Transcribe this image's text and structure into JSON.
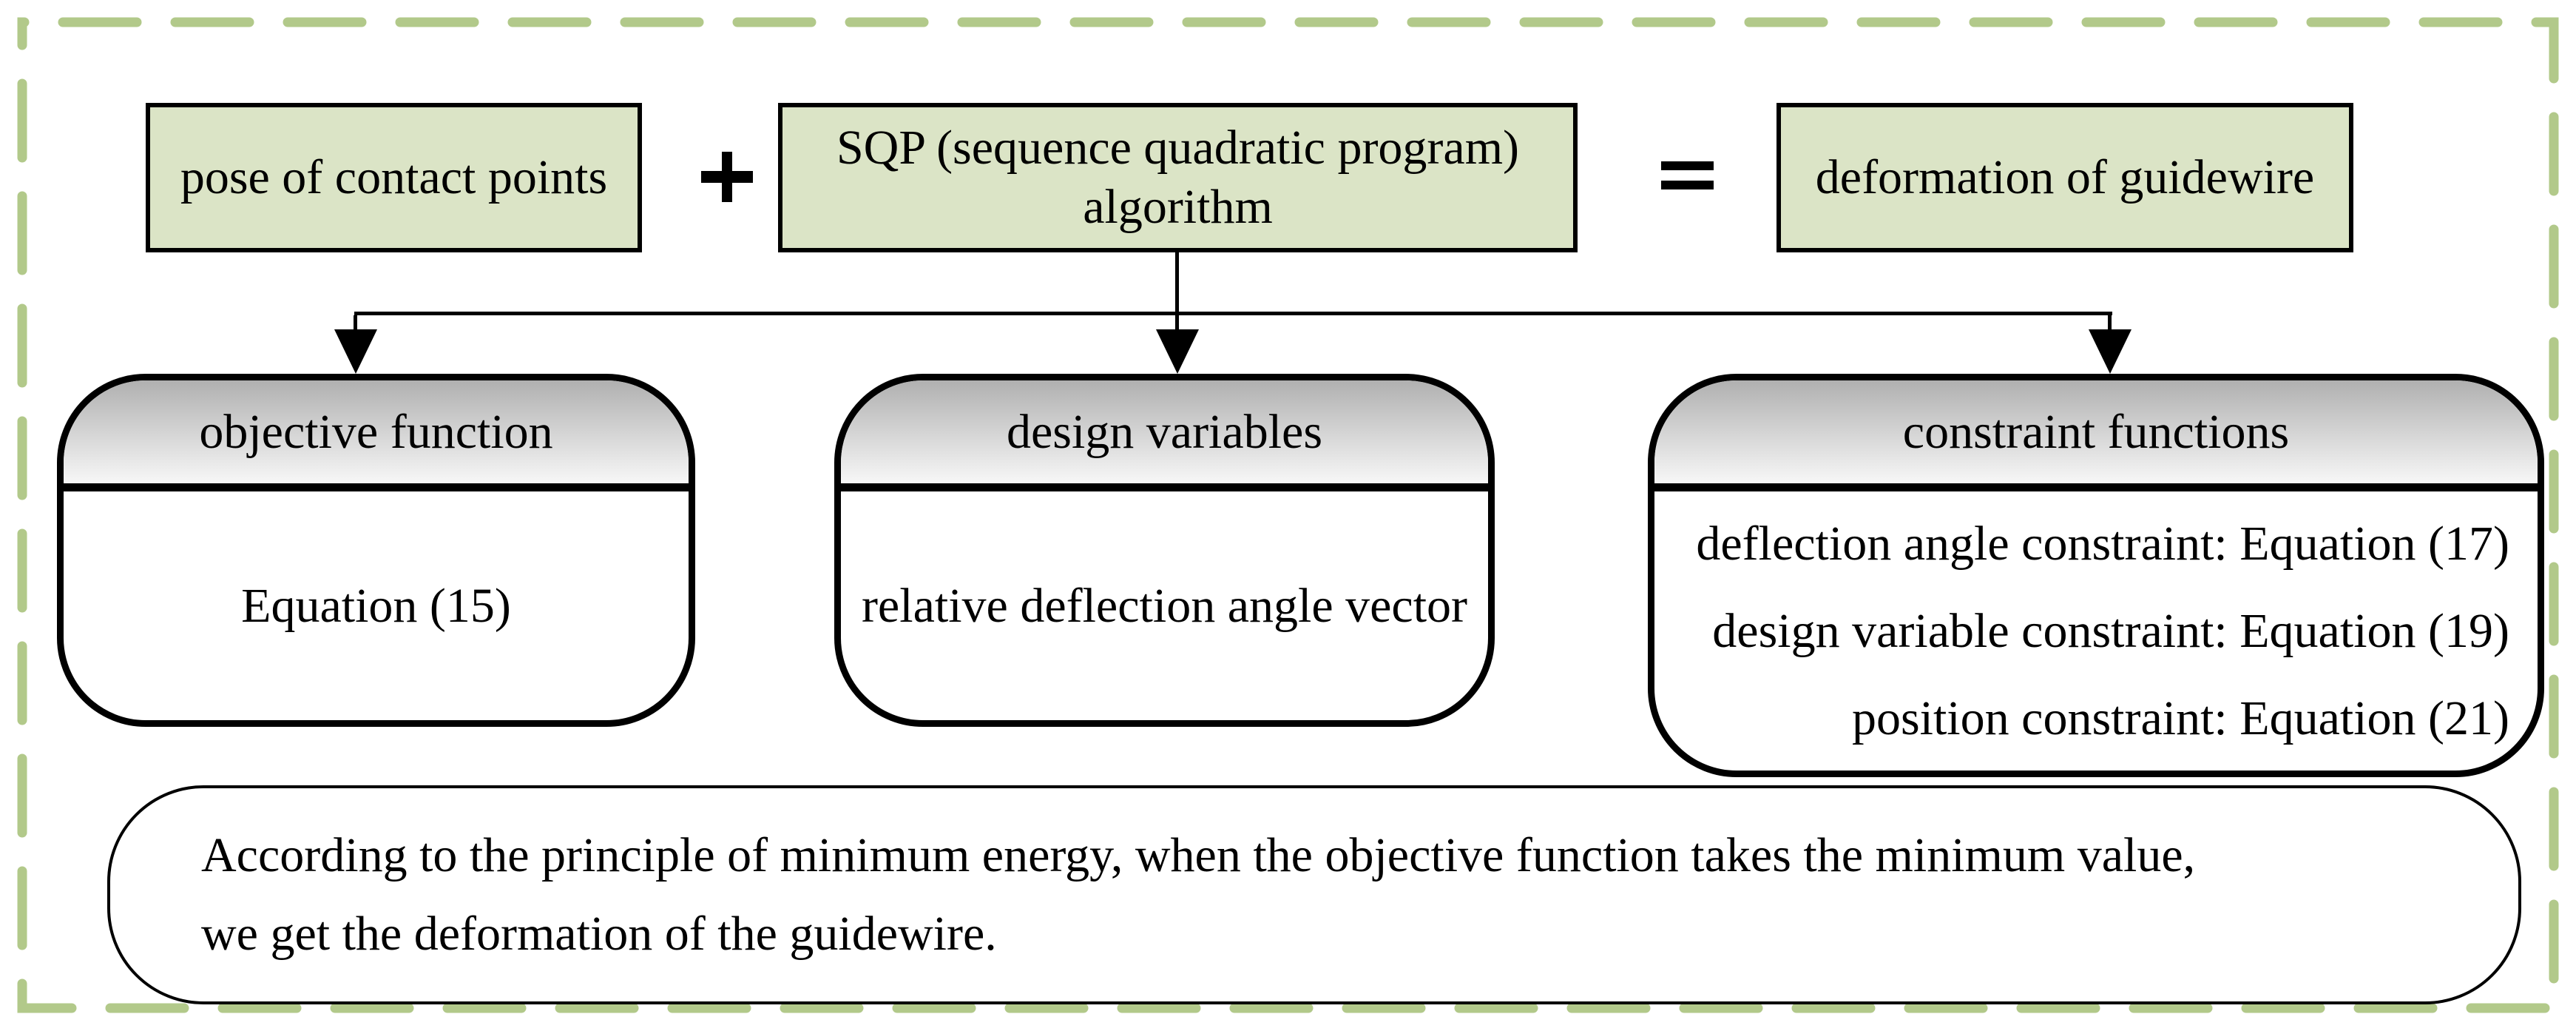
{
  "diagram": {
    "top_row": {
      "box1_label": "pose of contact points",
      "plus_operator": "+",
      "box2_line1": "SQP (sequence quadratic program)",
      "box2_line2": "algorithm",
      "equals_operator": "=",
      "box3_label": "deformation of guidewire"
    },
    "branches": [
      {
        "title": "objective function",
        "lines": [
          "Equation (15)"
        ]
      },
      {
        "title": "design variables",
        "lines": [
          "relative deflection angle vector"
        ]
      },
      {
        "title": "constraint functions",
        "lines": [
          "deflection angle constraint: Equation (17)",
          "design variable constraint: Equation (19)",
          "position constraint: Equation (21)"
        ]
      }
    ],
    "note": {
      "line1": "According to the principle of minimum energy, when the objective function takes the minimum value,",
      "line2": "we get the deformation of the guidewire."
    },
    "colors": {
      "dash_border": "#b2c98a",
      "box_fill": "#dbe4c6",
      "header_gradient_top": "#b0b0b0",
      "header_gradient_bottom": "#f7f7f7",
      "line": "#000000"
    }
  }
}
